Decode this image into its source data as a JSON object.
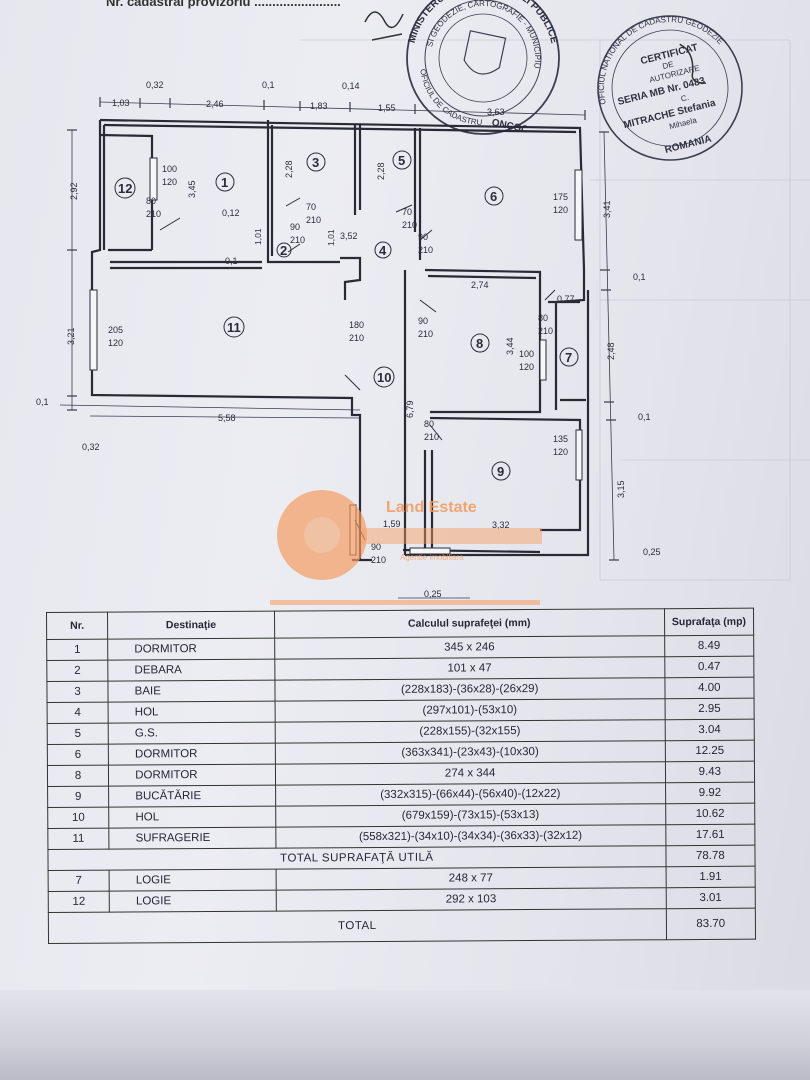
{
  "header": {
    "cadastral_line": "Nr. cadastral provizoriu ........................"
  },
  "stamp": {
    "ring_left": "MINISTERUL ADMINISTRATIEI SI",
    "ring_top": "MINISTERUL ADMINISTRATIEI PUBLICE",
    "ring_inner": "SI GEODEZIE, CARTOGRAFIE - MUNICIPIUL BUCURESTI",
    "ring_bottom": "OFICIUL DE CADASTRU",
    "org": "ONCGC"
  },
  "certificate": {
    "ring": "OFICIUL NATIONAL DE CADASTRU GEODEZIE",
    "line1": "CERTIFICAT",
    "line2": "DE",
    "line3": "AUTORIZARE",
    "series": "SERIA MB Nr. 0483",
    "class": "C.",
    "name1": "MITRACHE Stefania",
    "name2": "Mihaela",
    "city": "ROMANIA"
  },
  "plan": {
    "top_dims": [
      "0,32",
      "0,1",
      "0,14",
      "1,03",
      "2,46",
      "1,83",
      "1,55",
      "3,63"
    ],
    "left_dims": [
      "2,92",
      "3,21",
      "0,1",
      "0,32"
    ],
    "bottom_dims": [
      "5,58",
      "1,59",
      "3,32",
      "0,25",
      "0,25"
    ],
    "right_dims": [
      "3,41",
      "0,1",
      "2,48",
      "0,1",
      "3,15"
    ],
    "inner_dims": [
      "3,45",
      "2,28",
      "2,28",
      "0,12",
      "1,01",
      "1,01",
      "0,1",
      "3,52",
      "2,74",
      "0,77",
      "3,44",
      "6,79"
    ],
    "openings": [
      {
        "t": "100",
        "b": "120"
      },
      {
        "t": "80",
        "b": "210"
      },
      {
        "t": "70",
        "b": "210"
      },
      {
        "t": "90",
        "b": "210"
      },
      {
        "t": "70",
        "b": "210"
      },
      {
        "t": "90",
        "b": "210"
      },
      {
        "t": "175",
        "b": "120"
      },
      {
        "t": "205",
        "b": "120"
      },
      {
        "t": "180",
        "b": "210"
      },
      {
        "t": "80",
        "b": "210"
      },
      {
        "t": "90",
        "b": "210"
      },
      {
        "t": "100",
        "b": "120"
      },
      {
        "t": "80",
        "b": "210"
      },
      {
        "t": "135",
        "b": "120"
      },
      {
        "t": "90",
        "b": "210"
      }
    ],
    "rooms": [
      "1",
      "2",
      "3",
      "4",
      "5",
      "6",
      "7",
      "8",
      "9",
      "10",
      "11",
      "12"
    ]
  },
  "watermark": {
    "brand": "Land Estate",
    "sub": "Agentie imobiliara"
  },
  "table": {
    "headers": {
      "nr": "Nr.",
      "dest": "Destinaţie",
      "calc": "Calculul suprafeţei (mm)",
      "sup": "Suprafaţa (mp)"
    },
    "rows": [
      {
        "nr": "1",
        "dest": "DORMITOR",
        "calc": "345 x 246",
        "sup": "8.49"
      },
      {
        "nr": "2",
        "dest": "DEBARA",
        "calc": "101 x 47",
        "sup": "0.47"
      },
      {
        "nr": "3",
        "dest": "BAIE",
        "calc": "(228x183)-(36x28)-(26x29)",
        "sup": "4.00"
      },
      {
        "nr": "4",
        "dest": "HOL",
        "calc": "(297x101)-(53x10)",
        "sup": "2.95"
      },
      {
        "nr": "5",
        "dest": "G.S.",
        "calc": "(228x155)-(32x155)",
        "sup": "3.04"
      },
      {
        "nr": "6",
        "dest": "DORMITOR",
        "calc": "(363x341)-(23x43)-(10x30)",
        "sup": "12.25"
      },
      {
        "nr": "8",
        "dest": "DORMITOR",
        "calc": "274 x 344",
        "sup": "9.43"
      },
      {
        "nr": "9",
        "dest": "BUCĂTĂRIE",
        "calc": "(332x315)-(66x44)-(56x40)-(12x22)",
        "sup": "9.92"
      },
      {
        "nr": "10",
        "dest": "HOL",
        "calc": "(679x159)-(73x15)-(53x13)",
        "sup": "10.62"
      },
      {
        "nr": "11",
        "dest": "SUFRAGERIE",
        "calc": "(558x321)-(34x10)-(34x34)-(36x33)-(32x12)",
        "sup": "17.61"
      }
    ],
    "total_util_label": "TOTAL SUPRAFAŢĂ UTILĂ",
    "total_util_value": "78.78",
    "extra_rows": [
      {
        "nr": "7",
        "dest": "LOGIE",
        "calc": "248 x 77",
        "sup": "1.91"
      },
      {
        "nr": "12",
        "dest": "LOGIE",
        "calc": "292 x 103",
        "sup": "3.01"
      }
    ],
    "total_label": "TOTAL",
    "total_value": "83.70"
  }
}
